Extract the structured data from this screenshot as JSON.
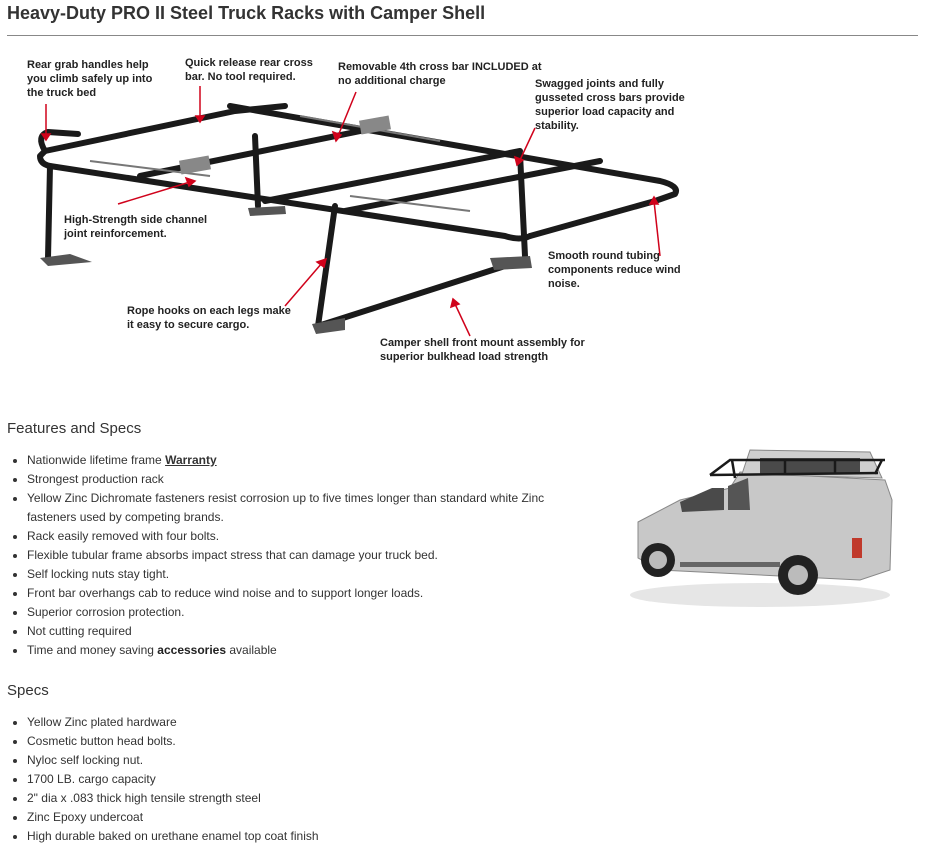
{
  "page": {
    "title": "Heavy-Duty PRO II Steel Truck Racks with Camper Shell"
  },
  "diagram": {
    "callouts": {
      "grab_handles": "Rear grab handles help you climb safely up into the truck bed",
      "quick_release": "Quick release rear cross bar.  No tool required.",
      "fourth_bar": "Removable 4th cross bar INCLUDED at no additional charge",
      "swagged": "Swagged joints and fully gusseted cross bars provide superior load capacity and stability.",
      "side_channel": "High-Strength side channel joint reinforcement.",
      "round_tubing": "Smooth round tubing components reduce wind noise.",
      "rope_hooks": "Rope hooks on each legs make it easy to secure cargo.",
      "front_mount": "Camper shell front mount assembly for superior bulkhead load strength"
    }
  },
  "features": {
    "heading": "Features and Specs",
    "item1_text": "Nationwide lifetime frame ",
    "item1_link": "Warranty",
    "item2": "Strongest production rack",
    "item3": "Yellow Zinc Dichromate fasteners resist corrosion up to five times longer than standard white Zinc fasteners used by competing brands.",
    "item4": "Rack easily removed with four bolts.",
    "item5": "Flexible tubular frame absorbs impact stress that can damage your truck bed.",
    "item6": "Self locking nuts stay tight.",
    "item7": "Front bar overhangs cab to reduce wind noise and to support longer loads.",
    "item8": "Superior corrosion protection.",
    "item9": "Not cutting required",
    "item10_pre": "Time and money saving ",
    "item10_bold": "accessories",
    "item10_post": " available"
  },
  "specs": {
    "heading": "Specs",
    "items": [
      "Yellow Zinc plated hardware",
      "Cosmetic button head bolts.",
      "Nyloc self locking nut.",
      "1700 LB. cargo capacity",
      "2\" dia x .083 thick high tensile strength steel",
      "Zinc Epoxy undercoat",
      "High durable baked on urethane enamel top coat finish"
    ]
  },
  "colors": {
    "arrow": "#d0021b",
    "rack": "#1a1a1a",
    "truck_body": "#c8c8c8"
  }
}
